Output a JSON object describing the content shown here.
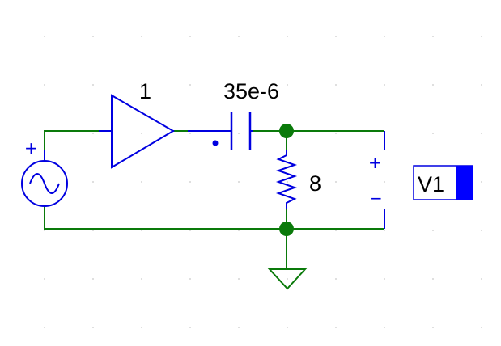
{
  "labels": {
    "amplifier_gain": "1",
    "capacitor_value": "35e-6",
    "resistor_value": "8",
    "source_plus": "+",
    "probe_plus": "+",
    "probe_minus": "−",
    "voltmeter_name": "V1"
  },
  "colors": {
    "wire": "#0a7a0a",
    "component": "#0000e0",
    "node": "#0a7a0a",
    "grid_dot": "#c8c8c8",
    "text": "#000000",
    "meter_bar": "#0000ff"
  }
}
